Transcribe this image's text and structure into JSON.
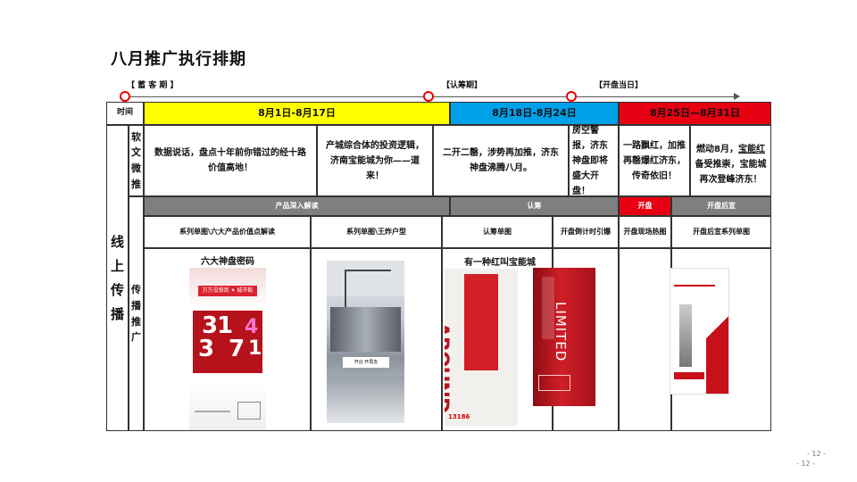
{
  "page_title": "八月推广执行排期",
  "phases": {
    "p1": "【 蓄 客 期 】",
    "p2": "【认筹期】",
    "p3": "【开盘当日】"
  },
  "table": {
    "time_label": "时间",
    "period1": "8月1日-8月17日",
    "period2": "8月18日-8月24日",
    "period3": "8月25日—8月31日",
    "online_label": [
      "线",
      "上",
      "传",
      "播"
    ],
    "soft_label": [
      "软",
      "文",
      "微",
      "推"
    ],
    "promo_label": [
      "传",
      "播",
      "推",
      "广"
    ],
    "soft_texts": [
      "数据说话，盘点十年前你错过的经十路价值高地！",
      "产城综合体的投资逻辑，济南宝能城为你——道来！",
      "二开二罄，涉势再加推，济东神盘沸腾八月。",
      "房空警报，济东神盘即将盛大开盘！",
      "一路飘红，加推再罄爆红济东，传奇依旧！",
      "燃动8月，宝能红备受推崇，宝能城再次登峰济东！"
    ],
    "soft_text6_parts": {
      "a": "燃动8月，",
      "b": "宝能红",
      "c": "备受推崇，宝能城再次登峰济东！"
    },
    "categories": {
      "c1": "产品深入解读",
      "c2": "认筹",
      "c3": "开盘",
      "c4": "开盘后宣"
    },
    "sub": [
      "系列单图\\六大产品价值点解读",
      "系列单图\\王炸户型",
      "认筹单图",
      "开盘倒计时引爆",
      "开盘现场热图",
      "开盘后宣系列单图"
    ],
    "poster_titles": {
      "t1": "六大神盘密码",
      "t2": "有一种红叫宝能城"
    }
  },
  "posters": {
    "p1": {
      "tag": "万万没想到",
      "tag2": "城市館",
      "digits": [
        "3",
        "1",
        "4",
        "3",
        "7",
        "1"
      ]
    },
    "p2": {
      "text": "开台 开局去"
    },
    "p3": {
      "word": "AROUND",
      "num": "13186"
    },
    "p4": {
      "word": "LIMITED"
    }
  },
  "colors": {
    "yellow": "#ffff00",
    "blue": "#00a0e9",
    "red": "#e60012",
    "grey": "#7f7f7f"
  },
  "page_numbers": {
    "a": "- 12 -",
    "b": "- 12 -"
  }
}
